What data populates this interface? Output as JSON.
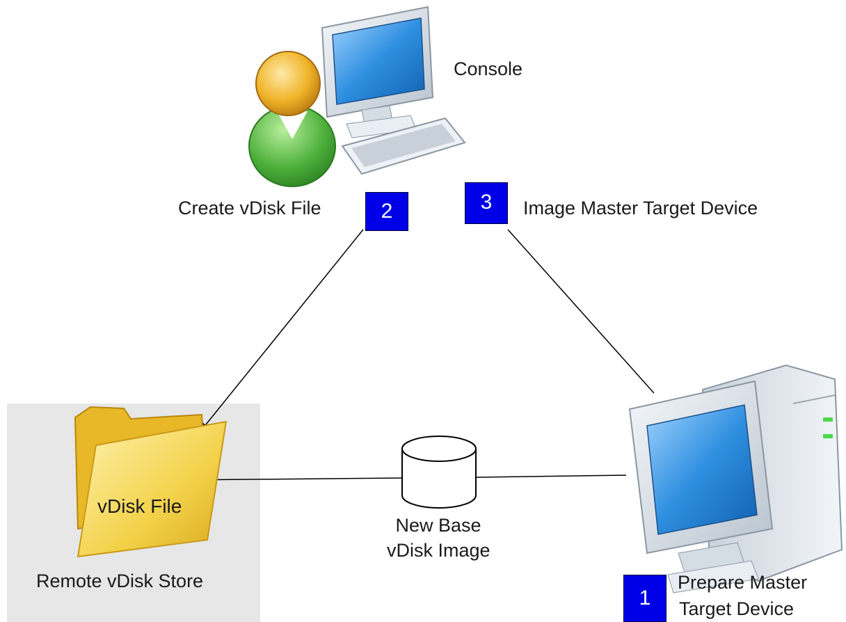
{
  "labels": {
    "console": "Console",
    "create_vdisk": "Create vDisk File",
    "image_master": "Image Master Target Device",
    "vdisk_file": "vDisk File",
    "remote_store": "Remote vDisk Store",
    "new_base_line1": "New Base",
    "new_base_line2": "vDisk Image",
    "prepare_line1": "Prepare Master",
    "prepare_line2": "Target Device"
  },
  "steps": {
    "step1": "1",
    "step2": "2",
    "step3": "3"
  },
  "colors": {
    "step_badge": "#0000e8",
    "store_panel": "#e7e7e7",
    "folder": "#f3d24a",
    "screen": "#2f8fe0",
    "user_head": "#f0b429",
    "user_body": "#4caf3a"
  },
  "icons": {
    "console": "console-user-computer-icon",
    "folder": "folder-icon",
    "disk": "disk-cylinder-icon",
    "target": "target-device-computer-icon"
  }
}
